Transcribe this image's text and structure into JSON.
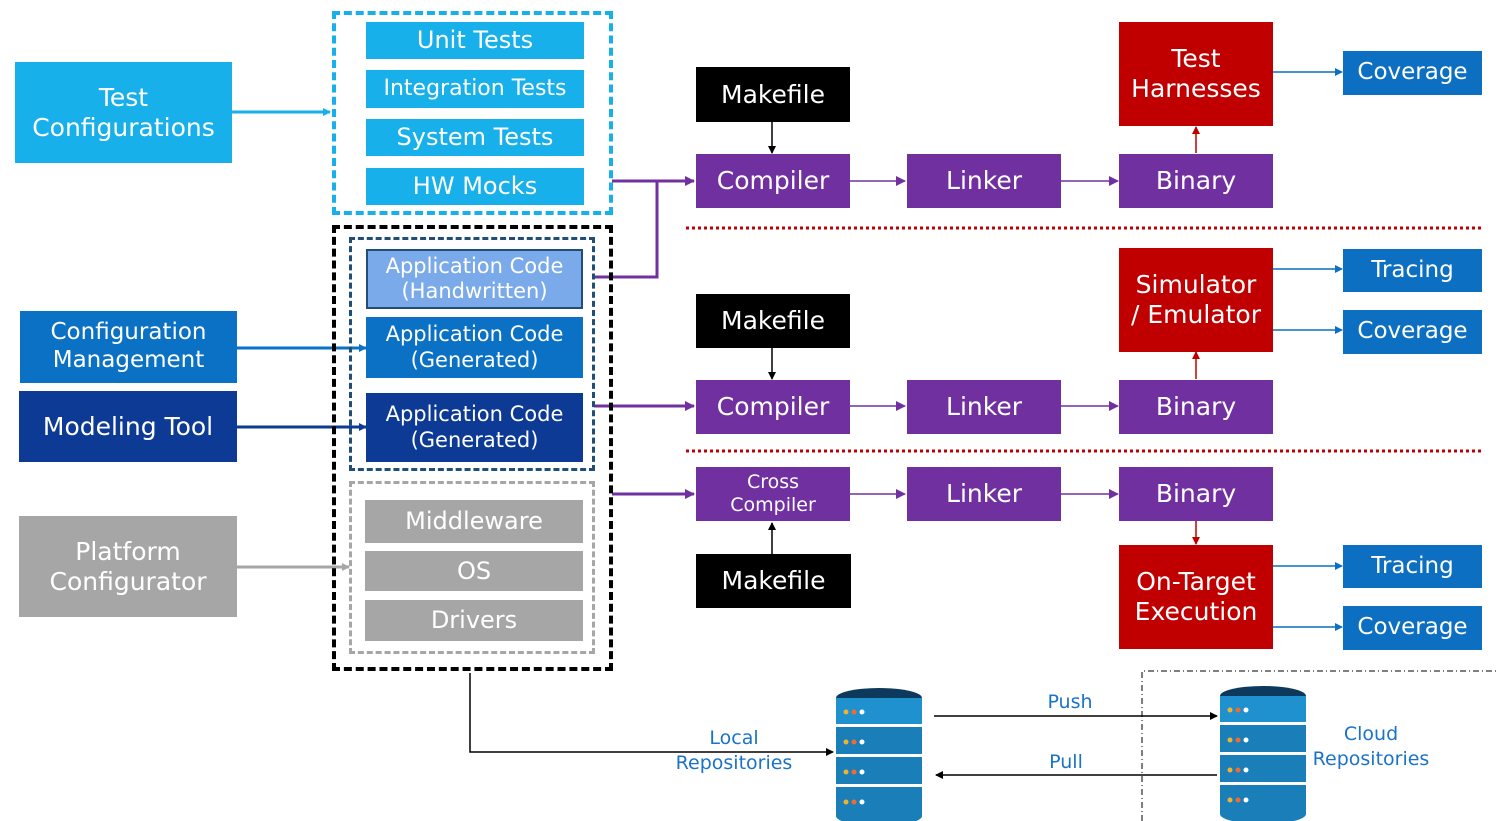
{
  "colors": {
    "test_blue": "#18b0ea",
    "config_blue": "#0b71c4",
    "model_navy": "#0d3a94",
    "handwritten_light": "#7aaae9",
    "platform_gray": "#a6a6a6",
    "build_purple": "#7030a0",
    "exec_red": "#c00000",
    "result_blue": "#0c6fc1",
    "makefile_black": "#000000",
    "separator_red": "#c00000"
  },
  "inputs": {
    "test_configurations": "Test\nConfigurations",
    "configuration_management": "Configuration\nManagement",
    "modeling_tool": "Modeling Tool",
    "platform_configurator": "Platform\nConfigurator"
  },
  "tests": [
    "Unit Tests",
    "Integration Tests",
    "System Tests",
    "HW Mocks"
  ],
  "application_code": {
    "handwritten": "Application Code\n(Handwritten)",
    "generated_config": "Application Code\n(Generated)",
    "generated_model": "Application Code\n(Generated)"
  },
  "platform": [
    "Middleware",
    "OS",
    "Drivers"
  ],
  "pipelines": {
    "host": {
      "makefile": "Makefile",
      "compiler": "Compiler",
      "linker": "Linker",
      "binary": "Binary",
      "runner": "Test\nHarnesses",
      "results": [
        "Coverage"
      ]
    },
    "simulator": {
      "makefile": "Makefile",
      "compiler": "Compiler",
      "linker": "Linker",
      "binary": "Binary",
      "runner": "Simulator\n/ Emulator",
      "results": [
        "Tracing",
        "Coverage"
      ]
    },
    "target": {
      "makefile": "Makefile",
      "compiler": "Cross\nCompiler",
      "linker": "Linker",
      "binary": "Binary",
      "runner": "On-Target\nExecution",
      "results": [
        "Tracing",
        "Coverage"
      ]
    }
  },
  "repositories": {
    "local": "Local\nRepositories",
    "cloud": "Cloud\nRepositories",
    "push": "Push",
    "pull": "Pull"
  },
  "icons": {
    "database": "database-icon"
  }
}
